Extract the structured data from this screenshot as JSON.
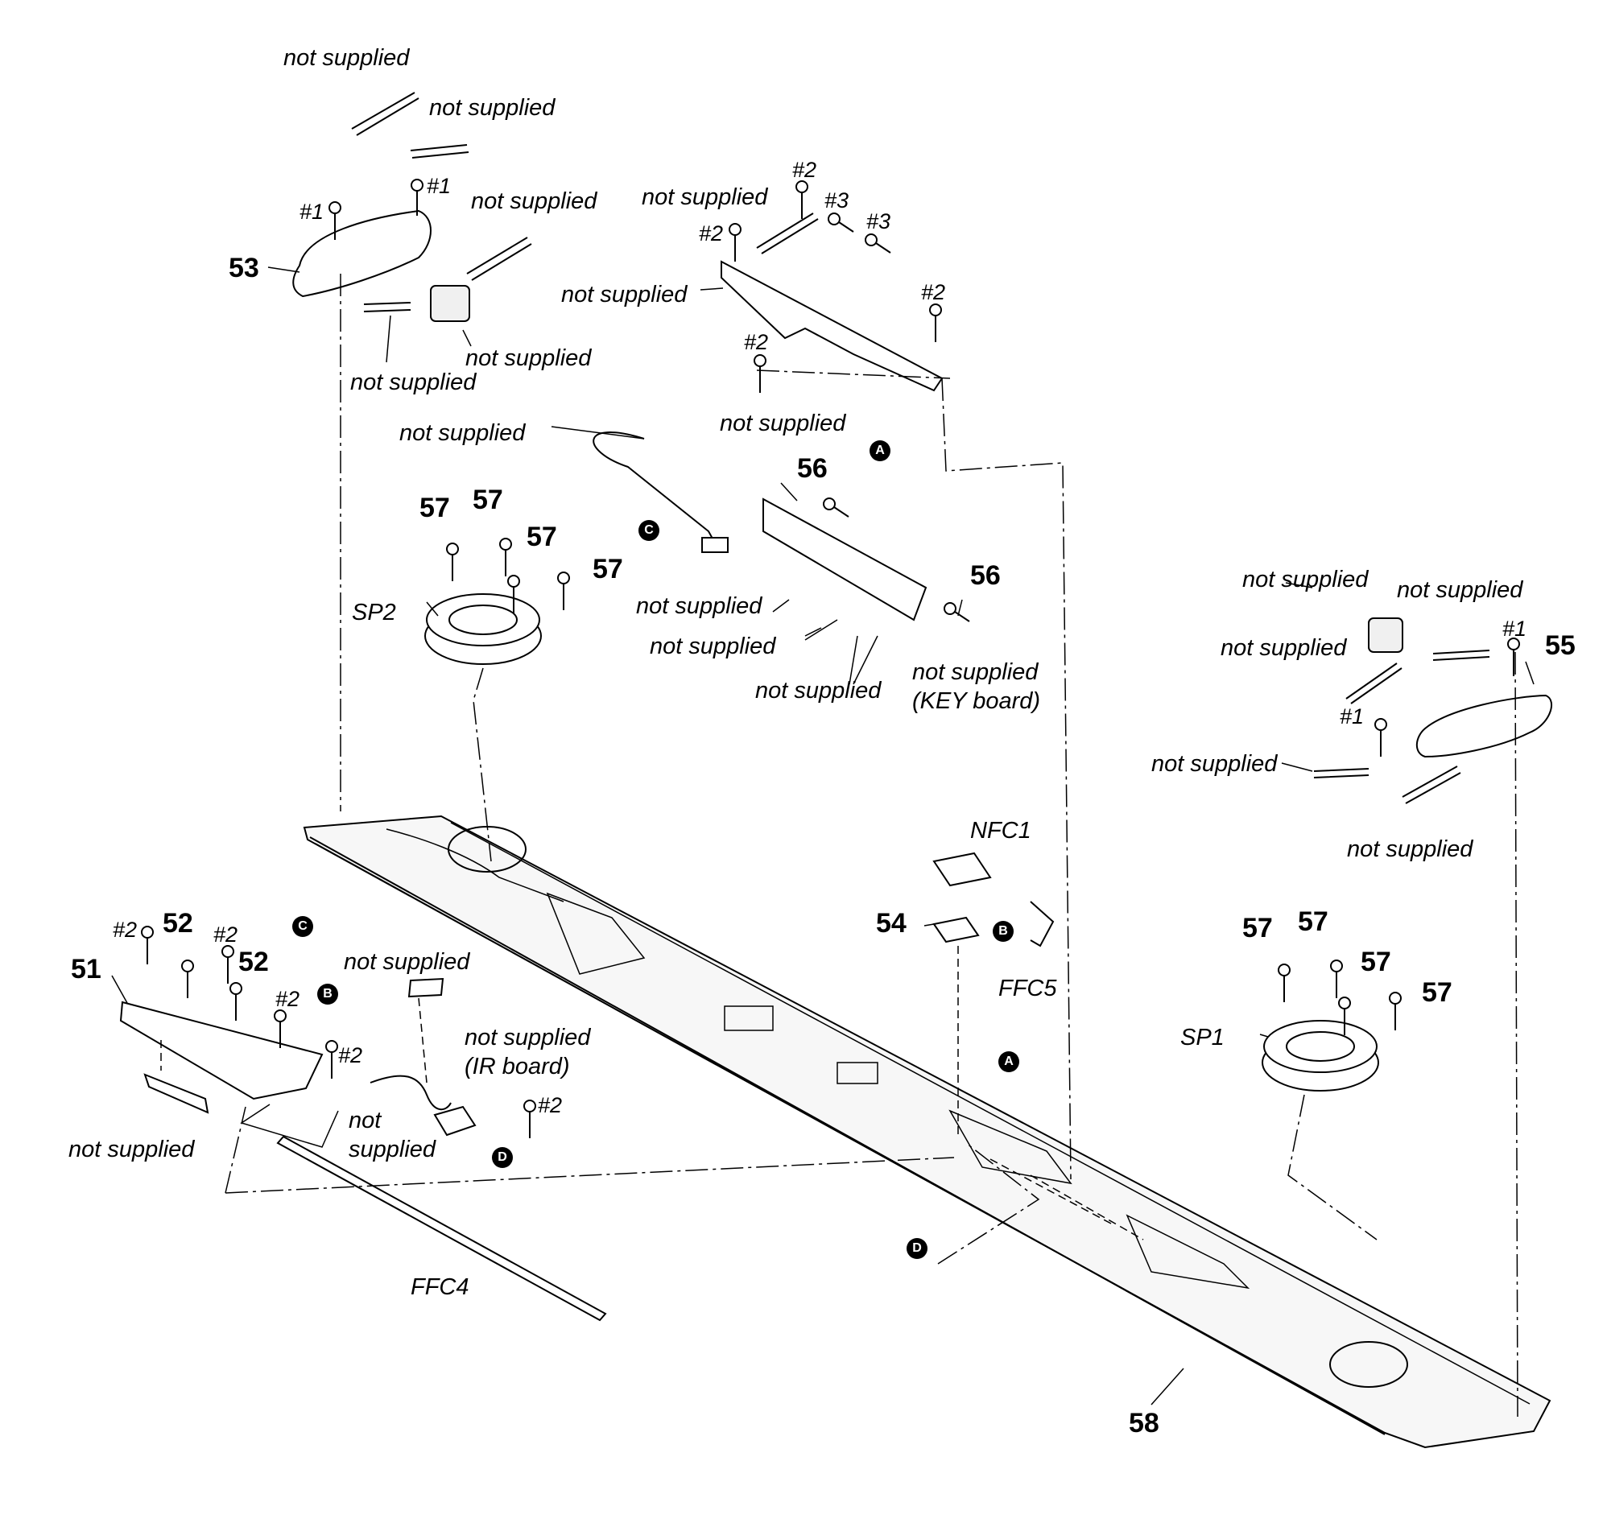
{
  "labels": {
    "not_supplied": "not supplied",
    "key_board": "(KEY board)",
    "ir_board": "(IR board)",
    "not": "not",
    "supplied": "supplied"
  },
  "parts": [
    "51",
    "52",
    "53",
    "54",
    "55",
    "56",
    "57",
    "58"
  ],
  "screws": [
    "#1",
    "#2",
    "#3"
  ],
  "components": [
    "SP1",
    "SP2",
    "NFC1",
    "FFC4",
    "FFC5"
  ],
  "refs": [
    "A",
    "B",
    "C",
    "D"
  ]
}
